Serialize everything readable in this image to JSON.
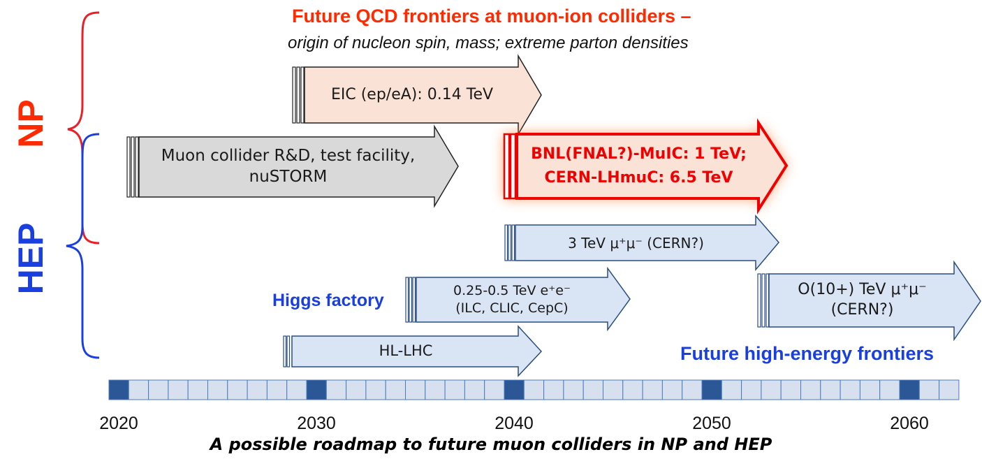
{
  "labels": {
    "np": "NP",
    "hep": "HEP",
    "qcd_title": "Future QCD frontiers at muon-ion colliders –",
    "qcd_subtitle": "origin of nucleon spin, mass; extreme parton densities",
    "higgs_factory": "Higgs factory",
    "future_hep": "Future high-energy frontiers",
    "caption": "A possible roadmap to future muon colliders in NP and HEP"
  },
  "arrows": {
    "eic": "EIC (ep/eA): 0.14 TeV",
    "muon_rd_line1": "Muon collider R&D, test facility,",
    "muon_rd_line2": "nuSTORM",
    "muic_line1": "BNL(FNAL?)-MuIC: 1 TeV;",
    "muic_line2": "CERN-LHmuC: 6.5 TeV",
    "tev3": "3 TeV μ⁺μ⁻ (CERN?)",
    "higgs_line1": "0.25-0.5 TeV e⁺e⁻",
    "higgs_line2": "(ILC, CLIC, CepC)",
    "o10_line1": "O(10+) TeV μ⁺μ⁻",
    "o10_line2": "(CERN?)",
    "hllhc": "HL-LHC"
  },
  "timeline": {
    "years": [
      "2020",
      "2030",
      "2040",
      "2050",
      "2060"
    ],
    "highlight_color": "#2b5797",
    "cell_color": "#d6e0ee"
  },
  "colors": {
    "np_red": "#ff2a00",
    "hep_blue": "#1a3fe0",
    "arrow_blue_fill": "#d9e4f5",
    "arrow_grey_fill": "#d9d9d9",
    "arrow_peach_fill": "#fae3d6",
    "highlight_red": "#f00000"
  }
}
